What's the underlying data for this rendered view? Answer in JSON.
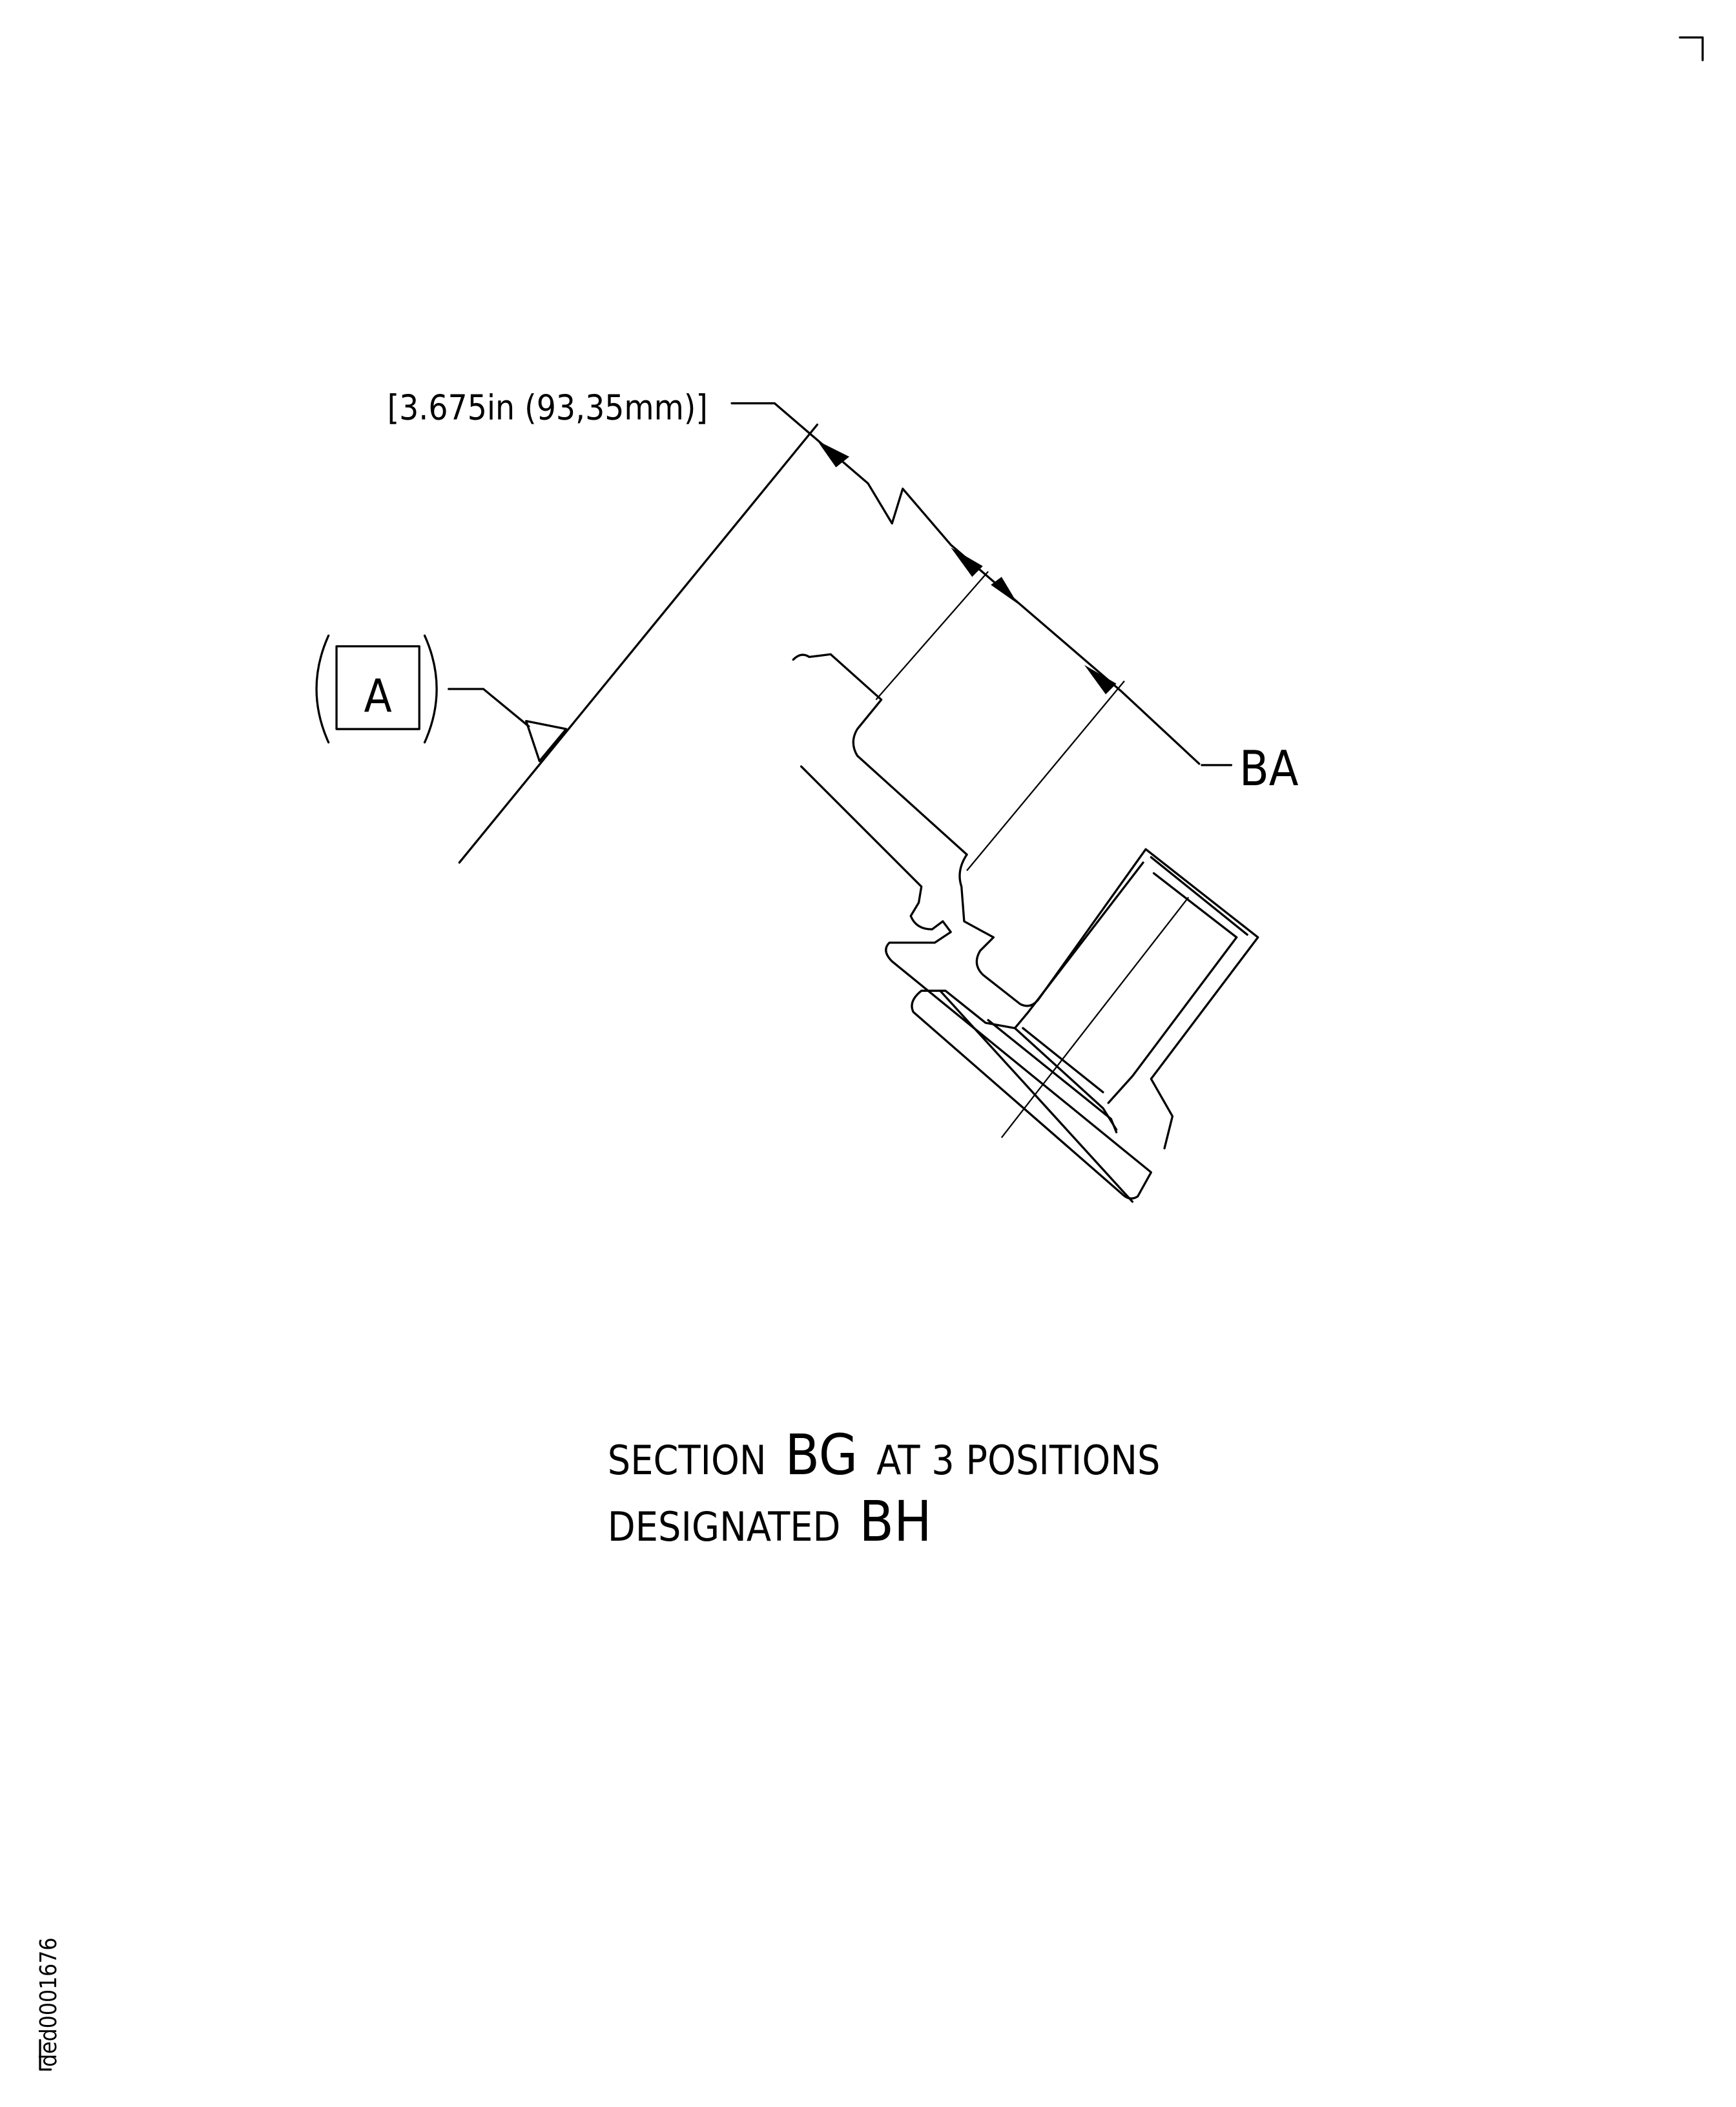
{
  "drawing": {
    "dimension_label": "[3.675in (93,35mm)]",
    "datum_label": "A",
    "reference_label": "BA",
    "caption": {
      "line1_prefix": "SECTION",
      "line1_section": "BG",
      "line1_suffix": "AT 3 POSITIONS",
      "line2_prefix": "DESIGNATED",
      "line2_designation": "BH"
    },
    "figure_id": "ded0001676"
  }
}
